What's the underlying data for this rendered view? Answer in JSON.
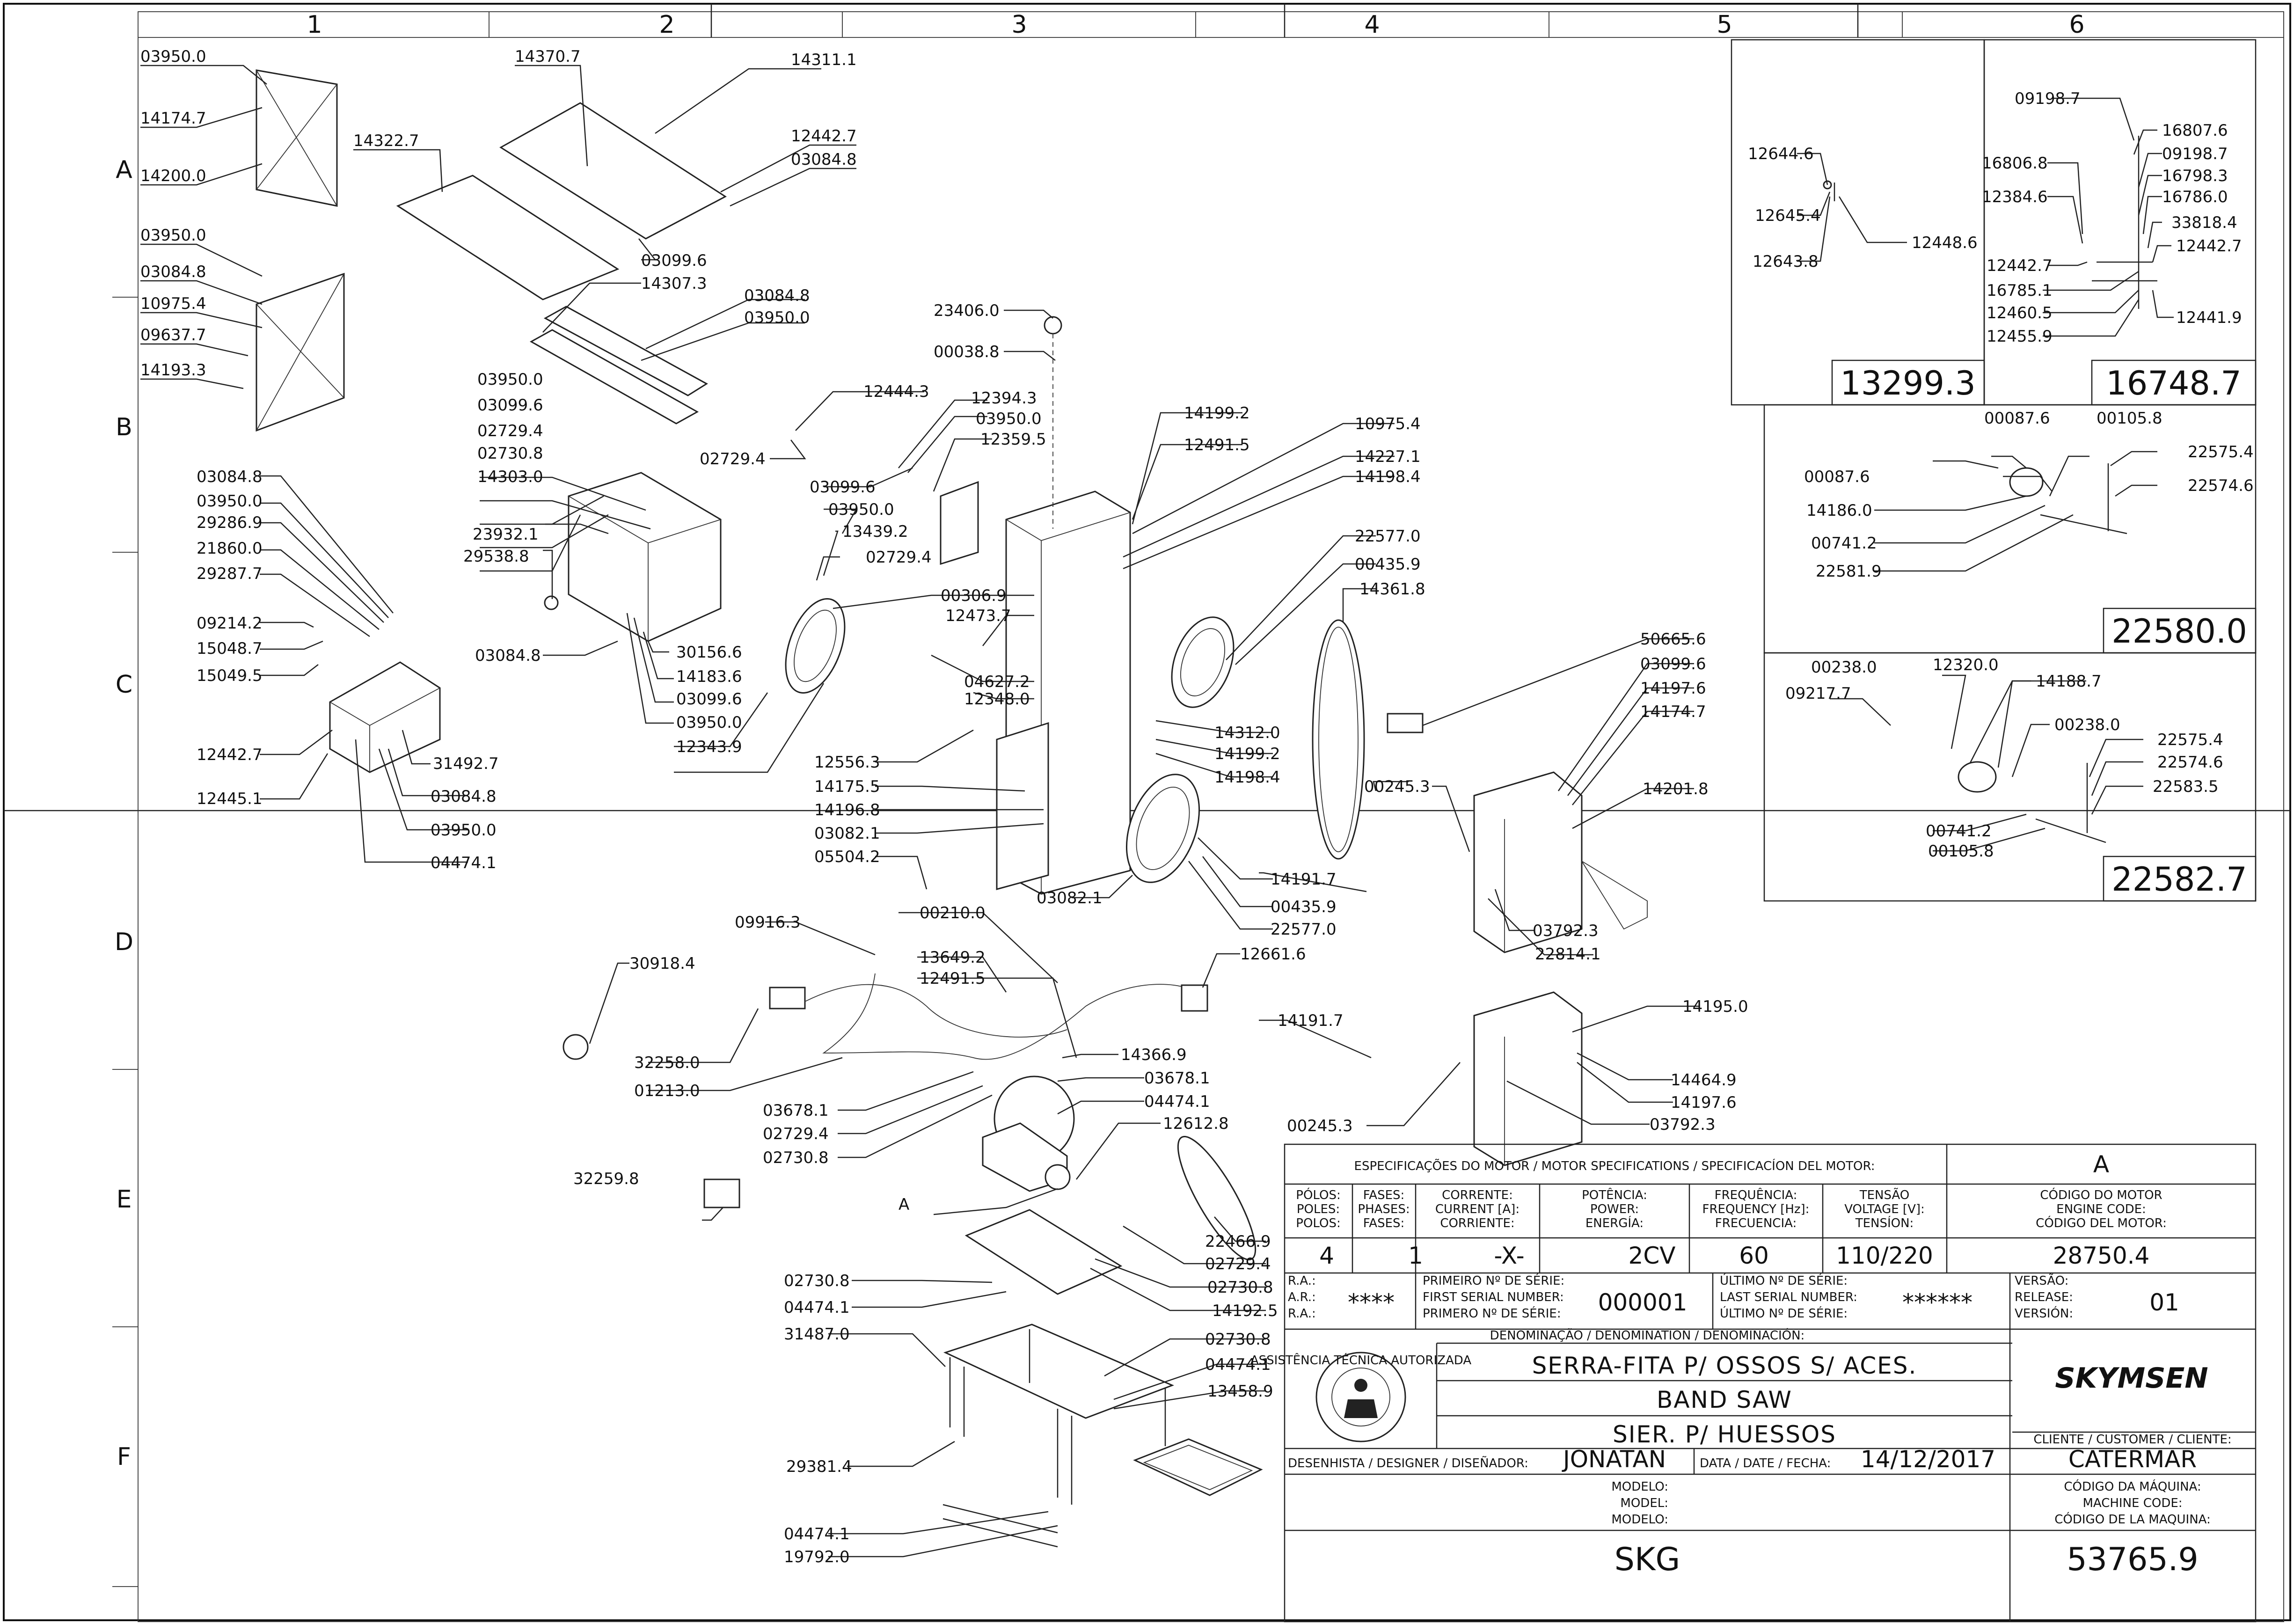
{
  "grid": {
    "columns": [
      "1",
      "2",
      "3",
      "4",
      "5",
      "6"
    ],
    "rows": [
      "A",
      "B",
      "C",
      "D",
      "E",
      "F"
    ]
  },
  "labels": {
    "a1": "03950.0",
    "a2": "14174.7",
    "a3": "14200.0",
    "a4": "03950.0",
    "a5": "03084.8",
    "a6": "10975.4",
    "a7": "09637.7",
    "a8": "14193.3",
    "t1": "14370.7",
    "t2": "14311.1",
    "t3": "14322.7",
    "t4": "12442.7",
    "t5": "03084.8",
    "t6": "03099.6",
    "t7": "14307.3",
    "t8": "03084.8",
    "t9": "03950.0",
    "c1": "03950.0",
    "c2": "03099.6",
    "c3": "02729.4",
    "c4": "02730.8",
    "c5": "14303.0",
    "c6": "23932.1",
    "c7": "29538.8",
    "c8": "03084.8",
    "c9": "30156.6",
    "c10": "14183.6",
    "c11": "03099.6",
    "c12": "03950.0",
    "c13": "12343.9",
    "l1": "03084.8",
    "l2": "03950.0",
    "l3": "29286.9",
    "l4": "21860.0",
    "l5": "29287.7",
    "l6": "09214.2",
    "l7": "15048.7",
    "l8": "15049.5",
    "l9": "12442.7",
    "l10": "12445.1",
    "l11": "31492.7",
    "l12": "03084.8",
    "l13": "03950.0",
    "l14": "04474.1",
    "m1": "23406.0",
    "m2": "00038.8",
    "m3": "12444.3",
    "m4": "12394.3",
    "m5": "03950.0",
    "m6": "12359.5",
    "m7": "02729.4",
    "m8": "03099.6",
    "m9": "03950.0",
    "m10": "13439.2",
    "m11": "02729.4",
    "m12": "00306.9",
    "m13": "12473.7",
    "m14": "04627.2",
    "m15": "12348.0",
    "m16": "12556.3",
    "m17": "14175.5",
    "m18": "14196.8",
    "m19": "03082.1",
    "m20": "05504.2",
    "m21": "03082.1",
    "r1": "14199.2",
    "r2": "12491.5",
    "r3": "10975.4",
    "r4": "14227.1",
    "r5": "14198.4",
    "r6": "22577.0",
    "r7": "00435.9",
    "r8": "14361.8",
    "r9": "14312.0",
    "r10": "14199.2",
    "r11": "14198.4",
    "r12": "14191.7",
    "r13": "00435.9",
    "r14": "22577.0",
    "d1": "09916.3",
    "d2": "00210.0",
    "d3": "13649.2",
    "d4": "12491.5",
    "d5": "30918.4",
    "d6": "12661.6",
    "d7": "32258.0",
    "d8": "01213.0",
    "d9": "14366.9",
    "d10": "03678.1",
    "d11": "03678.1",
    "d12": "04474.1",
    "d13": "02729.4",
    "d14": "12612.8",
    "d15": "02730.8",
    "d16": "32259.8",
    "g1": "22466.9",
    "g2": "02729.4",
    "g3": "02730.8",
    "g4": "14192.5",
    "g5": "02730.8",
    "g6": "04474.1",
    "g7": "31487.0",
    "g8": "02730.8",
    "g9": "04474.1",
    "g10": "13458.9",
    "g11": "29381.4",
    "g12": "04474.1",
    "g13": "19792.0",
    "s1": "50665.6",
    "s2": "03099.6",
    "s3": "14197.6",
    "s4": "14174.7",
    "s5": "00245.3",
    "s6": "14201.8",
    "s7": "03792.3",
    "s8": "22814.1",
    "s9": "14191.7",
    "s10": "14195.0",
    "s11": "14464.9",
    "s12": "14197.6",
    "s13": "03792.3",
    "s14": "00245.3",
    "k1": "12644.6",
    "k2": "12645.4",
    "k3": "12643.8",
    "k4": "12448.6",
    "k5": "09198.7",
    "k6": "16807.6",
    "k7": "16806.8",
    "k8": "09198.7",
    "k9": "16798.3",
    "k10": "12384.6",
    "k11": "16786.0",
    "k12": "33818.4",
    "k13": "12442.7",
    "k14": "12442.7",
    "k15": "16785.1",
    "k16": "12460.5",
    "k17": "12441.9",
    "k18": "12455.9",
    "p1": "00087.6",
    "p2": "00105.8",
    "p3": "22575.4",
    "p4": "00087.6",
    "p5": "22574.6",
    "p6": "14186.0",
    "p7": "00741.2",
    "p8": "22581.9",
    "q1": "00238.0",
    "q2": "12320.0",
    "q3": "09217.7",
    "q4": "14188.7",
    "q5": "00238.0",
    "q6": "22575.4",
    "q7": "22574.6",
    "q8": "22583.5",
    "q9": "00741.2",
    "q10": "00105.8",
    "detail_a": "A"
  },
  "kits": {
    "kit1": "13299.3",
    "kit2": "16748.7",
    "kit3": "22580.0",
    "kit4": "22582.7"
  },
  "title_block": {
    "motor_spec_header": "ESPECIFICAÇÕES DO MOTOR / MOTOR SPECIFICATIONS / SPECIFICACÍON DEL MOTOR:",
    "col_poles": [
      "PÓLOS:",
      "POLES:",
      "POLOS:"
    ],
    "col_phases": [
      "FASES:",
      "PHASES:",
      "FASES:"
    ],
    "col_current": [
      "CORRENTE:",
      "CURRENT [A]:",
      "CORRIENTE:"
    ],
    "col_power": [
      "POTÊNCIA:",
      "POWER:",
      "ENERGÍA:"
    ],
    "col_freq": [
      "FREQUÊNCIA:",
      "FREQUENCY [Hz]:",
      "FRECUENCIA:"
    ],
    "col_voltage": [
      "TENSÃO",
      "VOLTAGE [V]:",
      "TENSÍON:"
    ],
    "motor_ref": "A",
    "motor_code_label": [
      "CÓDIGO DO MOTOR",
      "ENGINE CODE:",
      "CÓDIGO DEL MOTOR:"
    ],
    "poles": "4",
    "phases": "1",
    "current": "-X-",
    "power": "2CV",
    "frequency": "60",
    "voltage": "110/220",
    "motor_code": "28750.4",
    "ra_labels": [
      "R.A.:",
      "A.R.:",
      "R.A.:"
    ],
    "ra_value": "****",
    "first_serial_labels": [
      "PRIMEIRO Nº DE SÉRIE:",
      "FIRST SERIAL NUMBER:",
      "PRIMERO Nº DE SÉRIE:"
    ],
    "first_serial": "000001",
    "last_serial_labels": [
      "ÚLTIMO Nº DE SÉRIE:",
      "LAST SERIAL NUMBER:",
      "ÚLTIMO Nº DE SÉRIE:"
    ],
    "last_serial": "******",
    "version_labels": [
      "VERSÃO:",
      "RELEASE:",
      "VERSIÓN:"
    ],
    "version": "01",
    "denomination_label": "DENOMINAÇÃO / DENOMINATION / DENOMINACIÓN:",
    "name_pt": "SERRA-FITA P/ OSSOS S/ ACES.",
    "name_en": "BAND SAW",
    "name_es": "SIER. P/ HUESSOS",
    "brand": "SKYMSEN",
    "seal_text": "ASSISTÊNCIA TÉCNICA AUTORIZADA",
    "customer_label": "CLIENTE / CUSTOMER / CLIENTE:",
    "customer": "CATERMAR",
    "designer_label": "DESENHISTA / DESIGNER / DISEÑADOR:",
    "designer": "JONATAN",
    "date_label": "DATA / DATE / FECHA:",
    "date": "14/12/2017",
    "model_labels": [
      "MODELO:",
      "MODEL:",
      "MODELO:"
    ],
    "machine_code_labels": [
      "CÓDIGO DA MÁQUINA:",
      "MACHINE CODE:",
      "CÓDIGO DE LA MAQUINA:"
    ],
    "model": "SKG",
    "machine_code": "53765.9"
  }
}
